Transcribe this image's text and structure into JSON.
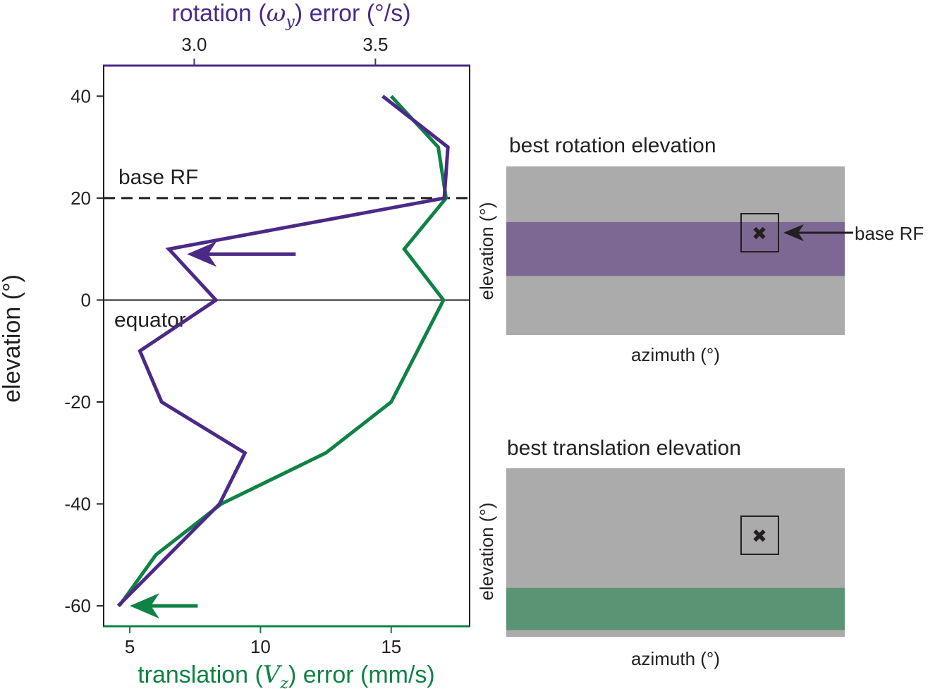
{
  "colors": {
    "rotation": "#4b2a87",
    "translation": "#0f8245",
    "text": "#231f20",
    "panel_gray": "#ababab",
    "rotation_band": "#7d6893",
    "translation_band": "#5b9474"
  },
  "chart_data": [
    {
      "type": "line",
      "ylabel": "elevation (°)",
      "ylim": [
        -64,
        46
      ],
      "yticks": [
        "40",
        "20",
        "0",
        "-20",
        "-40",
        "-60"
      ],
      "top_axis": {
        "label_prefix": "rotation (",
        "label_var": "ω",
        "label_sub": "y",
        "label_suffix": ") error (°/s)",
        "lim": [
          2.75,
          3.76
        ],
        "ticks": [
          "3.0",
          "3.5"
        ]
      },
      "bottom_axis": {
        "label_prefix": "translation (",
        "label_var": "V",
        "label_sub": "z",
        "label_suffix": ") error (mm/s)",
        "lim": [
          4.0,
          18.0
        ],
        "ticks": [
          "5",
          "10",
          "15"
        ]
      },
      "series": [
        {
          "key": "rotation",
          "axis": "top",
          "elevation": [
            40,
            30,
            20,
            10,
            0,
            -10,
            -20,
            -30,
            -40,
            -50,
            -60
          ],
          "values": [
            3.52,
            3.7,
            3.69,
            2.93,
            3.06,
            2.85,
            2.91,
            3.14,
            3.07,
            2.93,
            2.79
          ]
        },
        {
          "key": "translation",
          "axis": "bottom",
          "elevation": [
            40,
            30,
            20,
            10,
            0,
            -10,
            -20,
            -30,
            -40,
            -50,
            -60
          ],
          "values": [
            15.0,
            16.8,
            17.1,
            15.5,
            17.0,
            16.0,
            15.0,
            12.5,
            8.5,
            6.0,
            4.6
          ]
        }
      ],
      "reference_lines": [
        {
          "elevation": 20,
          "style": "dashed",
          "label": "base RF"
        },
        {
          "elevation": 0,
          "style": "solid",
          "label": "equator"
        }
      ],
      "arrows": [
        {
          "series": "rotation",
          "elevation": 9,
          "from": 3.28,
          "to": 2.98
        },
        {
          "series": "translation",
          "elevation": -60,
          "from": 7.6,
          "to": 5.0
        }
      ]
    }
  ],
  "panels": [
    {
      "title": "best rotation elevation",
      "xlabel": "azimuth (°)",
      "ylabel": "elevation (°)",
      "band": "rotation",
      "band_elev": [
        0.35,
        0.67
      ],
      "marker": "✖",
      "annotation": "base RF"
    },
    {
      "title": "best translation elevation",
      "xlabel": "azimuth (°)",
      "ylabel": "elevation (°)",
      "band": "translation",
      "band_elev": [
        0.04,
        0.29
      ],
      "marker": "✖",
      "annotation": ""
    }
  ]
}
